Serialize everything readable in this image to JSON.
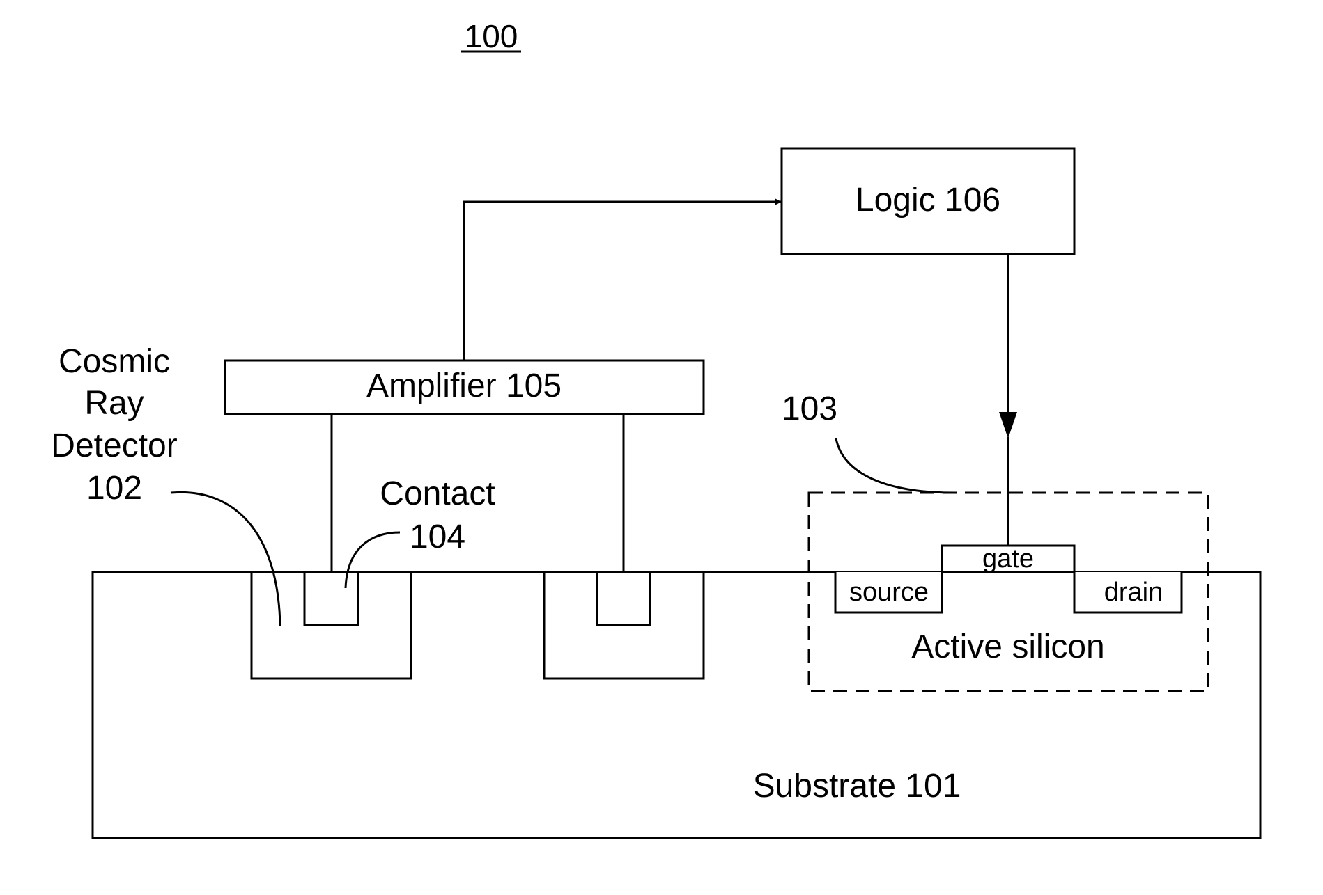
{
  "figure_number": "100",
  "labels": {
    "logic": "Logic 106",
    "amplifier": "Amplifier 105",
    "detector_line1": "Cosmic",
    "detector_line2": "Ray",
    "detector_line3": "Detector",
    "detector_line4": "102",
    "contact_line1": "Contact",
    "contact_line2": "104",
    "ref_103": "103",
    "gate": "gate",
    "source": "source",
    "drain": "drain",
    "active_silicon": "Active silicon",
    "substrate": "Substrate 101"
  }
}
